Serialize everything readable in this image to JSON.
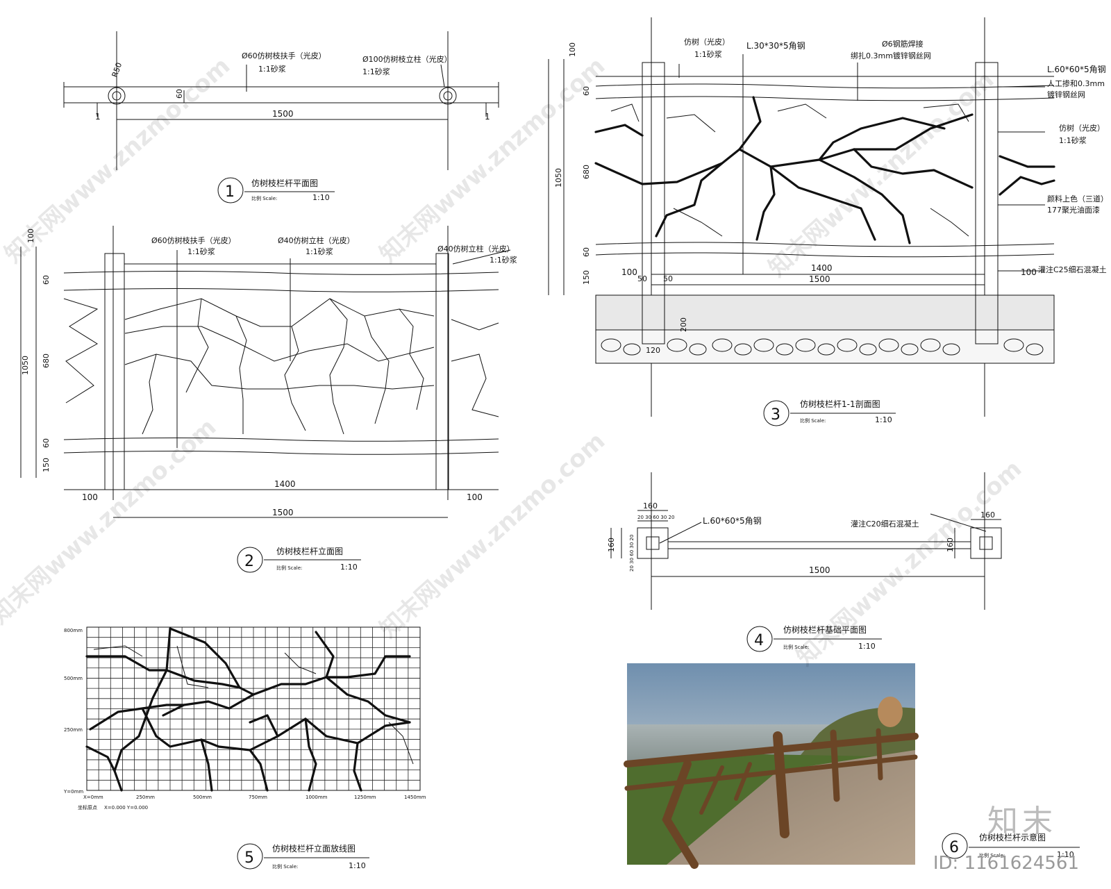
{
  "drawing_1": {
    "label_handrail": "Ø60仿树枝扶手（光皮）",
    "label_mortar_a": "1:1砂浆",
    "label_post": "Ø100仿树枝立柱（光皮）",
    "label_mortar_b": "1:1砂浆",
    "dim_r": "R50",
    "dim_60": "60",
    "dim_span": "1500",
    "section_mark_l": "1",
    "section_mark_r": "1",
    "number": "1",
    "title": "仿树枝栏杆平面图",
    "scale_label": "比例 Scale:",
    "scale": "1:10"
  },
  "drawing_2": {
    "label_handrail": "Ø60仿树枝扶手（光皮）",
    "label_mortar_a": "1:1砂浆",
    "label_infill": "Ø40仿树立柱（光皮）",
    "label_mortar_b": "1:1砂浆",
    "label_post": "Ø40仿树立柱（光皮）",
    "label_mortar_c": "1:1砂浆",
    "dims_left": [
      "100",
      "60",
      "680",
      "60",
      "150"
    ],
    "dim_total": "1050",
    "dim_inner": "1400",
    "dim_side_l": "100",
    "dim_side_r": "100",
    "dim_span": "1500",
    "number": "2",
    "title": "仿树枝栏杆立面图",
    "scale_label": "比例 Scale:",
    "scale": "1:10"
  },
  "drawing_3": {
    "label_a": "仿树（光皮）",
    "label_a2": "1:1砂浆",
    "label_b": "L.30*30*5角钢",
    "label_c": "Ø6钢筋焊接",
    "label_c2": "绑扎0.3mm镀锌钢丝网",
    "label_r1": "L.60*60*5角钢",
    "label_r2": "人工掺和0.3mm",
    "label_r3": "镀锌钢丝网",
    "label_r4": "仿树（光皮）",
    "label_r5": "1:1砂浆",
    "label_r6": "颜料上色（三道）",
    "label_r7": "177聚光油面漆",
    "label_r8": "灌注C25细石混凝土",
    "dims_left": [
      "100",
      "60",
      "680",
      "60",
      "150"
    ],
    "dim_total": "1050",
    "dim_100l": "100",
    "dim_50a": "50",
    "dim_50b": "50",
    "dim_inner": "1400",
    "dim_span": "1500",
    "dim_100r": "100",
    "dim_200": "200",
    "dim_120": "120",
    "number": "3",
    "title": "仿树枝栏杆1-1剖面图",
    "scale_label": "比例 Scale:",
    "scale": "1:10"
  },
  "drawing_4": {
    "dim_160_top_l": "160",
    "dim_160_top_r": "160",
    "dims_sub": "20 30 60 30 20",
    "dim_160_left": "160",
    "dims_sub_v": "20 30 60 30 20",
    "dim_160_right": "160",
    "label_angle": "L.60*60*5角钢",
    "label_concrete": "灌注C20细石混凝土",
    "dim_span": "1500",
    "number": "4",
    "title": "仿树枝栏杆基础平面图",
    "scale_label": "比例 Scale:",
    "scale": "1:10"
  },
  "drawing_5": {
    "y_labels": [
      "800mm",
      "500mm",
      "250mm",
      "Y=0mm"
    ],
    "x_labels": [
      "X=0mm",
      "250mm",
      "500mm",
      "750mm",
      "1000mm",
      "1250mm",
      "1450mm"
    ],
    "origin_note": "坐标原点",
    "origin_xy": "X=0.000 Y=0.000",
    "number": "5",
    "title": "仿树枝栏杆立面放线图",
    "scale_label": "比例 Scale:",
    "scale": "1:10"
  },
  "drawing_6": {
    "number": "6",
    "title": "仿树枝栏杆示意图",
    "scale_label": "比例 Scale:",
    "scale": "1:10"
  },
  "watermark": {
    "text": "知末网www.znzmo.com",
    "logo": "知末",
    "id": "ID: 1161624561"
  }
}
